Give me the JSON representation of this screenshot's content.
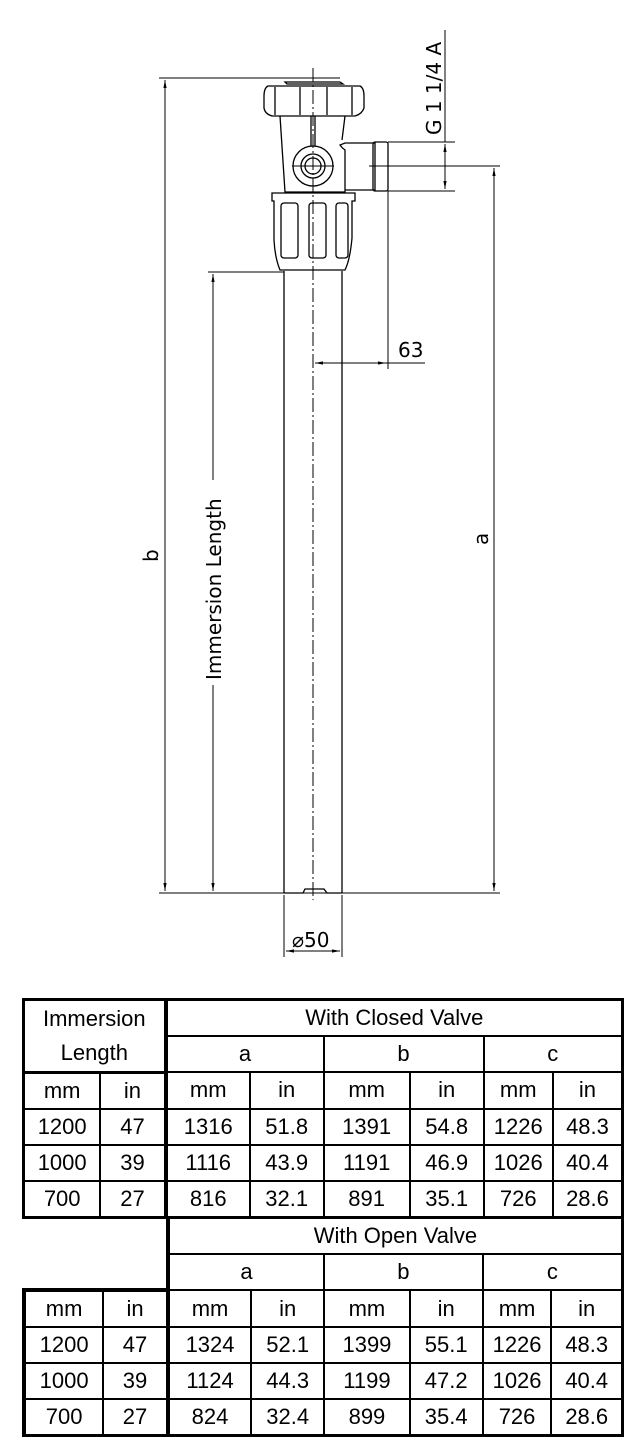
{
  "drawing": {
    "thread_label": "G 1 1/4 A",
    "offset_dim": "63",
    "diameter_dim": "⌀50",
    "dim_b_label": "b",
    "dim_a_label": "a",
    "immersion_label": "Immersion Length"
  },
  "closed_table": {
    "header_immersion_line1": "Immersion",
    "header_immersion_line2": "Length",
    "title": "With Closed Valve",
    "groups": [
      "a",
      "b",
      "c"
    ],
    "units": [
      "mm",
      "in",
      "mm",
      "in",
      "mm",
      "in",
      "mm",
      "in"
    ],
    "rows": [
      [
        "1200",
        "47",
        "1316",
        "51.8",
        "1391",
        "54.8",
        "1226",
        "48.3"
      ],
      [
        "1000",
        "39",
        "1116",
        "43.9",
        "1191",
        "46.9",
        "1026",
        "40.4"
      ],
      [
        "700",
        "27",
        "816",
        "32.1",
        "891",
        "35.1",
        "726",
        "28.6"
      ]
    ]
  },
  "open_table": {
    "title": "With Open Valve",
    "groups": [
      "a",
      "b",
      "c"
    ],
    "units": [
      "mm",
      "in",
      "mm",
      "in",
      "mm",
      "in",
      "mm",
      "in"
    ],
    "rows": [
      [
        "1200",
        "47",
        "1324",
        "52.1",
        "1399",
        "55.1",
        "1226",
        "48.3"
      ],
      [
        "1000",
        "39",
        "1124",
        "44.3",
        "1199",
        "47.2",
        "1026",
        "40.4"
      ],
      [
        "700",
        "27",
        "824",
        "32.4",
        "899",
        "35.4",
        "726",
        "28.6"
      ]
    ]
  }
}
